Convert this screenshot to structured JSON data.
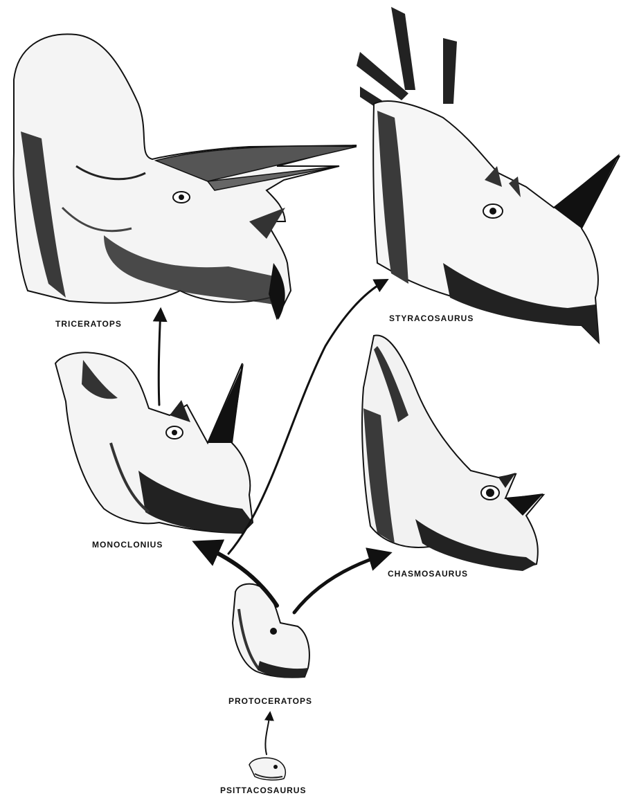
{
  "colors": {
    "ink": "#111111",
    "paper": "#ffffff",
    "shade": "#333333"
  },
  "labels": {
    "triceratops": "TRICERATOPS",
    "styracosaurus": "STYRACOSAURUS",
    "monoclonius": "MONOCLONIUS",
    "chasmosaurus": "CHASMOSAURUS",
    "protoceratops": "PROTOCERATOPS",
    "psittacosaurus": "PSITTACOSAURUS"
  },
  "lineage": [
    {
      "from": "psittacosaurus",
      "to": "protoceratops"
    },
    {
      "from": "protoceratops",
      "to": "monoclonius"
    },
    {
      "from": "protoceratops",
      "to": "chasmosaurus"
    },
    {
      "from": "protoceratops",
      "to": "styracosaurus"
    },
    {
      "from": "monoclonius",
      "to": "triceratops"
    }
  ]
}
